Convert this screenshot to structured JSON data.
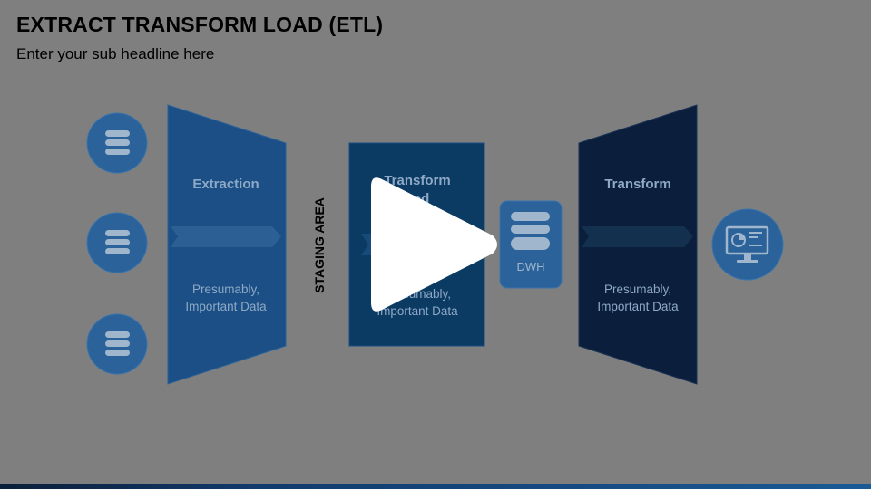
{
  "slide": {
    "title": "EXTRACT TRANSFORM LOAD (ETL)",
    "subtitle": "Enter your sub headline here"
  },
  "stages": [
    {
      "heading": "Extraction",
      "line1": "Presumably,",
      "line2": "Important Data"
    },
    {
      "heading_line1": "Transform",
      "heading_line2": "and",
      "line1": "Presumably,",
      "line2": "Important Data"
    },
    {
      "heading": "Transform",
      "line1": "Presumably,",
      "line2": "Important Data"
    }
  ],
  "staging_label": "STAGING AREA",
  "dwh_label": "DWH",
  "icons": {
    "sources": [
      "database-icon",
      "database-icon",
      "database-icon"
    ],
    "dwh": "database-icon",
    "output": "dashboard-monitor-icon",
    "overlay": "play-icon"
  },
  "colors": {
    "background": "#7f7f7f",
    "source_circle": "#2a6299",
    "extraction": "#1b4f85",
    "transform_load": "#0b3a62",
    "dwh_box": "#2a6299",
    "transform": "#0b1f3c",
    "output_circle": "#2a6299",
    "text_muted": "#8ea9c6",
    "play": "#ffffff"
  }
}
